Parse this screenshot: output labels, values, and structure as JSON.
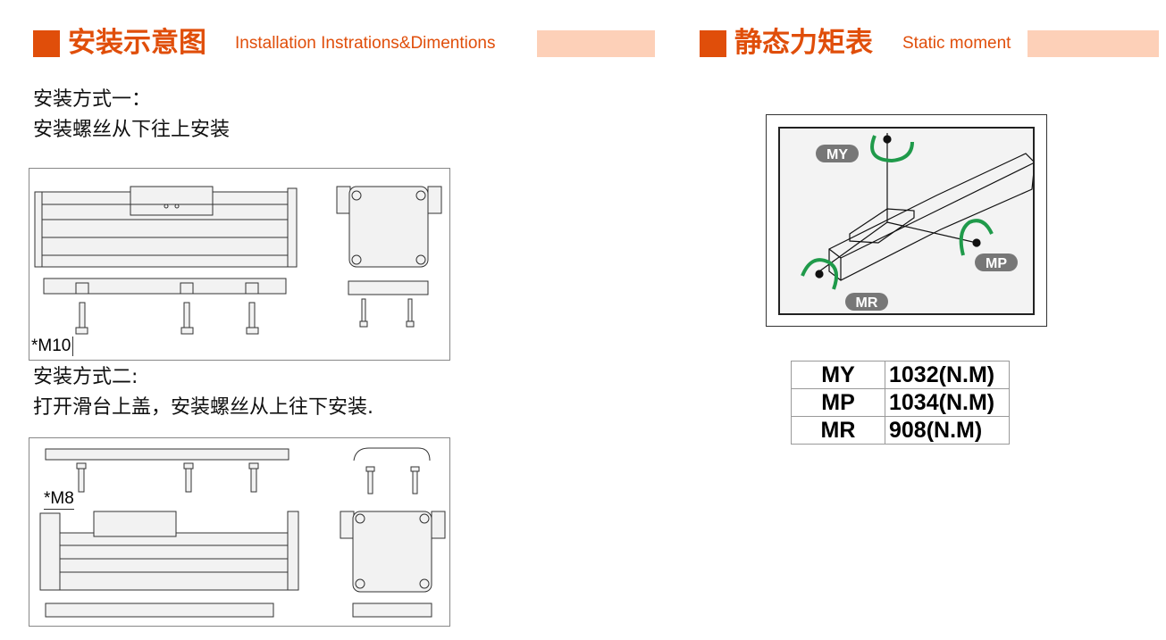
{
  "left_section": {
    "title": "安装示意图",
    "subtitle": "Installation Instrations&Dimentions",
    "method1_title": "安装方式一：",
    "method1_desc": "安装螺丝从下往上安装",
    "method1_bolt_label": "*M10",
    "method2_title": "安装方式二:",
    "method2_desc": "打开滑台上盖，安装螺丝从上往下安装.",
    "method2_bolt_label": "*M8"
  },
  "right_section": {
    "title": "静态力矩表",
    "subtitle": "Static moment",
    "diagram_labels": {
      "my": "MY",
      "mp": "MP",
      "mr": "MR"
    },
    "moments": [
      {
        "name": "MY",
        "value": "1032(N.M)"
      },
      {
        "name": "MP",
        "value": "1034(N.M)"
      },
      {
        "name": "MR",
        "value": "908(N.M)"
      }
    ]
  },
  "colors": {
    "accent": "#e04e0a",
    "accent_light": "#fdd0b8",
    "arrow_green": "#1f9a4a"
  }
}
